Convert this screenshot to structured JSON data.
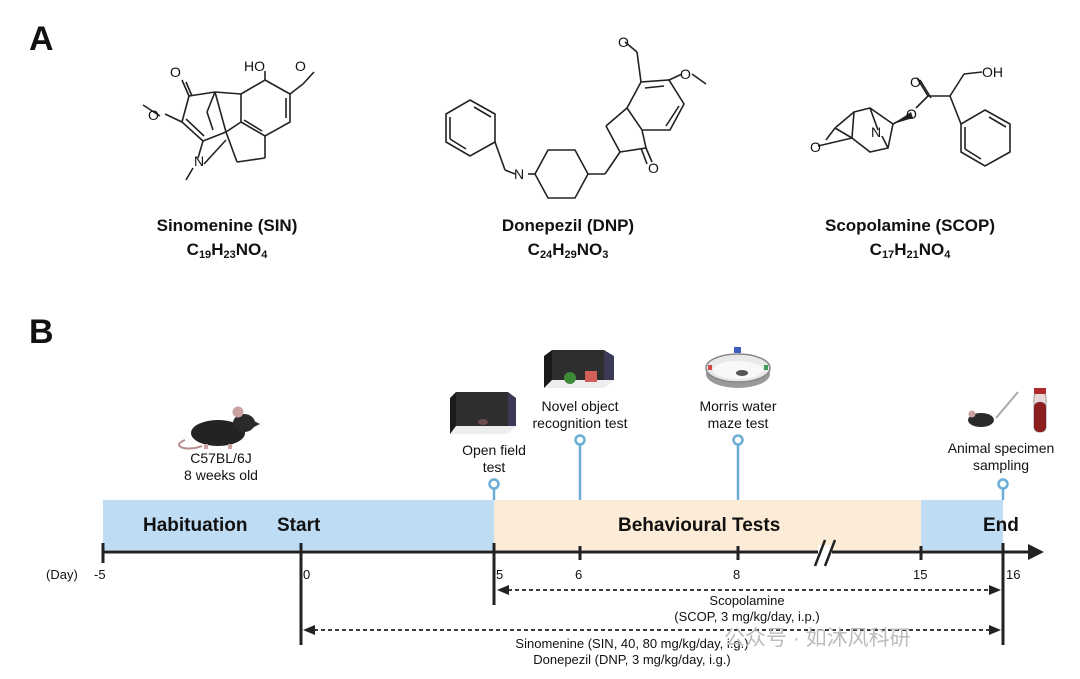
{
  "panels": {
    "a": "A",
    "b": "B"
  },
  "compounds": [
    {
      "name": "Sinomenine (SIN)",
      "f": [
        [
          "C",
          "19"
        ],
        [
          "H",
          "23"
        ],
        [
          "NO",
          "4"
        ]
      ]
    },
    {
      "name": "Donepezil (DNP)",
      "f": [
        [
          "C",
          "24"
        ],
        [
          "H",
          "29"
        ],
        [
          "NO",
          "3"
        ]
      ]
    },
    {
      "name": "Scopolamine (SCOP)",
      "f": [
        [
          "C",
          "17"
        ],
        [
          "H",
          "21"
        ],
        [
          "NO",
          "4"
        ]
      ]
    }
  ],
  "atoms": {
    "o": "O",
    "ho": "HO",
    "oh": "OH",
    "n": "N"
  },
  "timeline": {
    "phases": {
      "habituation": "Habituation",
      "start": "Start",
      "behav": "Behavioural Tests",
      "end": "End"
    },
    "unit": "(Day)",
    "ticks": {
      "m5": "-5",
      "d0": "0",
      "d5": "5",
      "d6": "6",
      "d8": "8",
      "d15": "15",
      "d16": "16"
    },
    "mouse": [
      "C57BL/6J",
      "8 weeks old"
    ],
    "open_field": [
      "Open field",
      "test"
    ],
    "nor": [
      "Novel object",
      "recognition test"
    ],
    "mwm": [
      "Morris water",
      "maze test"
    ],
    "sampling": [
      "Animal specimen",
      "sampling"
    ],
    "scop": [
      "Scopolamine",
      "(SCOP, 3 mg/kg/day, i.p.)"
    ],
    "sin": [
      "Sinomenine (SIN, 40, 80 mg/kg/day, i.g.)",
      "Donepezil (DNP, 3 mg/kg/day, i.g.)"
    ]
  },
  "watermark": "公众号 · 如沐风科研",
  "colors": {
    "habituation": "#bfdcf5",
    "behav": "#fbebd7",
    "pin": "#6aaed6",
    "axis": "#222222"
  }
}
